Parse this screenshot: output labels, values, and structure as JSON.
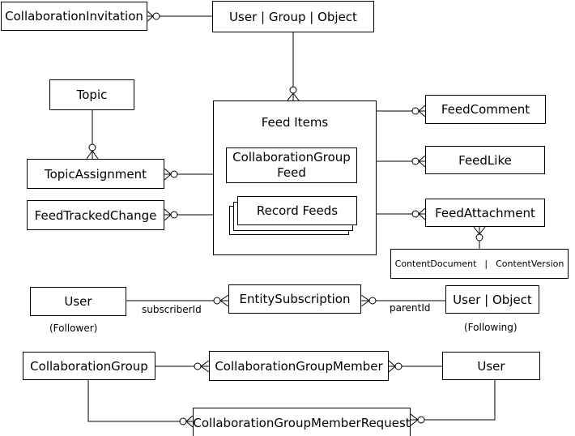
{
  "entities": {
    "collaboration_invitation": "CollaborationInvitation",
    "user_group_object": "User | Group | Object",
    "topic": "Topic",
    "topic_assignment": "TopicAssignment",
    "feed_tracked_change": "FeedTrackedChange",
    "feed_items": "Feed Items",
    "collaboration_group_feed_line1": "CollaborationGroup",
    "collaboration_group_feed_line2": "Feed",
    "record_feeds": "Record Feeds",
    "feed_comment": "FeedComment",
    "feed_like": "FeedLike",
    "feed_attachment": "FeedAttachment",
    "content_document": "ContentDocument",
    "content_separator": "|",
    "content_version": "ContentVersion",
    "subscriber_user": "User",
    "entity_subscription": "EntitySubscription",
    "parent_user_object": "User | Object",
    "collaboration_group": "CollaborationGroup",
    "collaboration_group_member": "CollaborationGroupMember",
    "member_user": "User",
    "collaboration_group_member_request": "CollaborationGroupMemberRequest"
  },
  "labels": {
    "subscriber_id": "subscriberId",
    "parent_id": "parentId",
    "follower": "(Follower)",
    "following": "(Following)"
  },
  "relationships": [
    {
      "from": "User | Group | Object",
      "to": "CollaborationInvitation",
      "cardinality": "zero-or-many"
    },
    {
      "from": "User | Group | Object",
      "to": "Feed Items",
      "cardinality": "zero-or-many"
    },
    {
      "from": "Topic",
      "to": "TopicAssignment",
      "cardinality": "zero-or-many"
    },
    {
      "from": "Feed Items",
      "to": "TopicAssignment",
      "cardinality": "zero-or-many"
    },
    {
      "from": "Feed Items",
      "to": "FeedTrackedChange",
      "cardinality": "zero-or-many"
    },
    {
      "from": "Feed Items",
      "to": "FeedComment",
      "cardinality": "zero-or-many"
    },
    {
      "from": "Feed Items",
      "to": "FeedLike",
      "cardinality": "zero-or-many"
    },
    {
      "from": "Feed Items",
      "to": "FeedAttachment",
      "cardinality": "zero-or-many"
    },
    {
      "from": "ContentDocument | ContentVersion",
      "to": "FeedAttachment",
      "cardinality": "zero-or-many"
    },
    {
      "from": "User",
      "to": "EntitySubscription",
      "cardinality": "zero-or-many",
      "label": "subscriberId"
    },
    {
      "from": "User | Object",
      "to": "EntitySubscription",
      "cardinality": "zero-or-many",
      "label": "parentId"
    },
    {
      "from": "CollaborationGroup",
      "to": "CollaborationGroupMember",
      "cardinality": "zero-or-many"
    },
    {
      "from": "User",
      "to": "CollaborationGroupMember",
      "cardinality": "zero-or-many"
    },
    {
      "from": "CollaborationGroup",
      "to": "CollaborationGroupMemberRequest",
      "cardinality": "zero-or-many"
    },
    {
      "from": "User",
      "to": "CollaborationGroupMemberRequest",
      "cardinality": "zero-or-many"
    }
  ]
}
